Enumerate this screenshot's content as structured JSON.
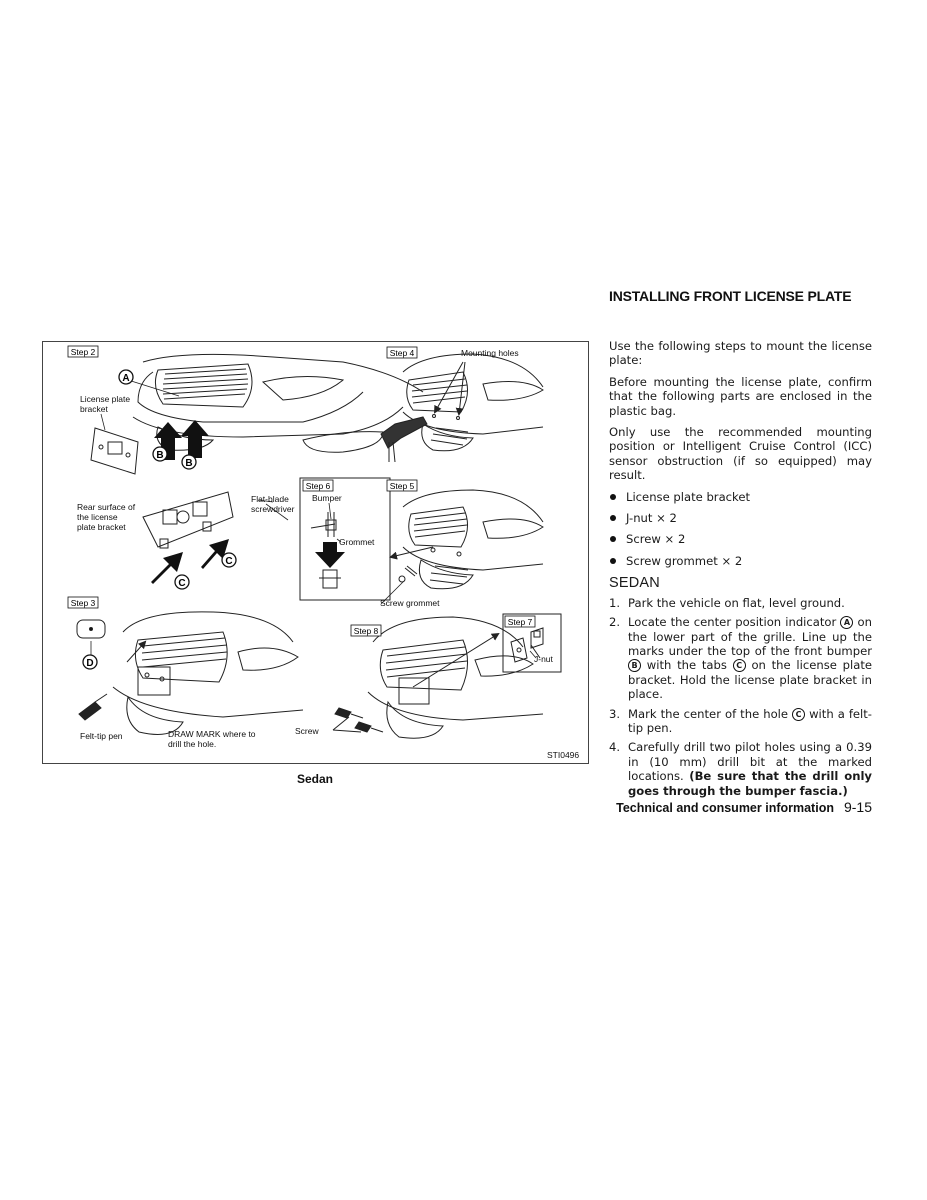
{
  "section": {
    "heading": "INSTALLING FRONT LICENSE PLATE",
    "intro": "Use the following steps to mount the license plate:",
    "before": "Before mounting the license plate, confirm that the following parts are enclosed in the plastic bag.",
    "note": "Only use the recommended mounting position or Intelligent Cruise Control (ICC) sensor obstruction (if so equipped) may result."
  },
  "parts": [
    "License plate bracket",
    "J-nut × 2",
    "Screw × 2",
    "Screw grommet × 2"
  ],
  "sedan": {
    "heading": "SEDAN",
    "steps": [
      {
        "num": "1.",
        "a": "Park the vehicle on flat, level ground."
      },
      {
        "num": "2.",
        "a": "Locate the center position indicator ",
        "c1": "A",
        "b": " on the lower part of the grille. Line up the marks under the top of the front bumper ",
        "c2": "B",
        "c": " with the tabs ",
        "c3": "C",
        "d": " on the license plate bracket. Hold the license plate bracket in place."
      },
      {
        "num": "3.",
        "a": "Mark the center of the hole ",
        "c1": "C",
        "b": " with a felt-tip pen."
      },
      {
        "num": "4.",
        "a": "Carefully drill two pilot holes using a 0.39 in (10 mm) drill bit at the marked locations. ",
        "bold": "(Be sure that the drill only goes through the bumper fascia.)"
      }
    ]
  },
  "figure": {
    "caption": "Sedan",
    "code": "STI0496",
    "labels": {
      "step2": "Step 2",
      "step3": "Step 3",
      "step4": "Step 4",
      "step5": "Step 5",
      "step6": "Step 6",
      "step7": "Step 7",
      "step8": "Step 8",
      "license_plate": "License plate",
      "bracket": "bracket",
      "rear1": "Rear surface of",
      "rear2": "the license",
      "rear3": "plate bracket",
      "flat1": "Flat-blade",
      "flat2": "screwdriver",
      "bumper": "Bumper",
      "grommet": "Grommet",
      "mounting_holes": "Mounting holes",
      "screw_grommet": "Screw grommet",
      "jnut": "J-nut",
      "screw": "Screw",
      "felt_tip": "Felt-tip pen",
      "draw1": "DRAW MARK where to",
      "draw2": "drill the hole.",
      "A": "A",
      "B": "B",
      "C": "C",
      "D": "D"
    }
  },
  "footer": {
    "title": "Technical and consumer information",
    "page": "9-15"
  }
}
